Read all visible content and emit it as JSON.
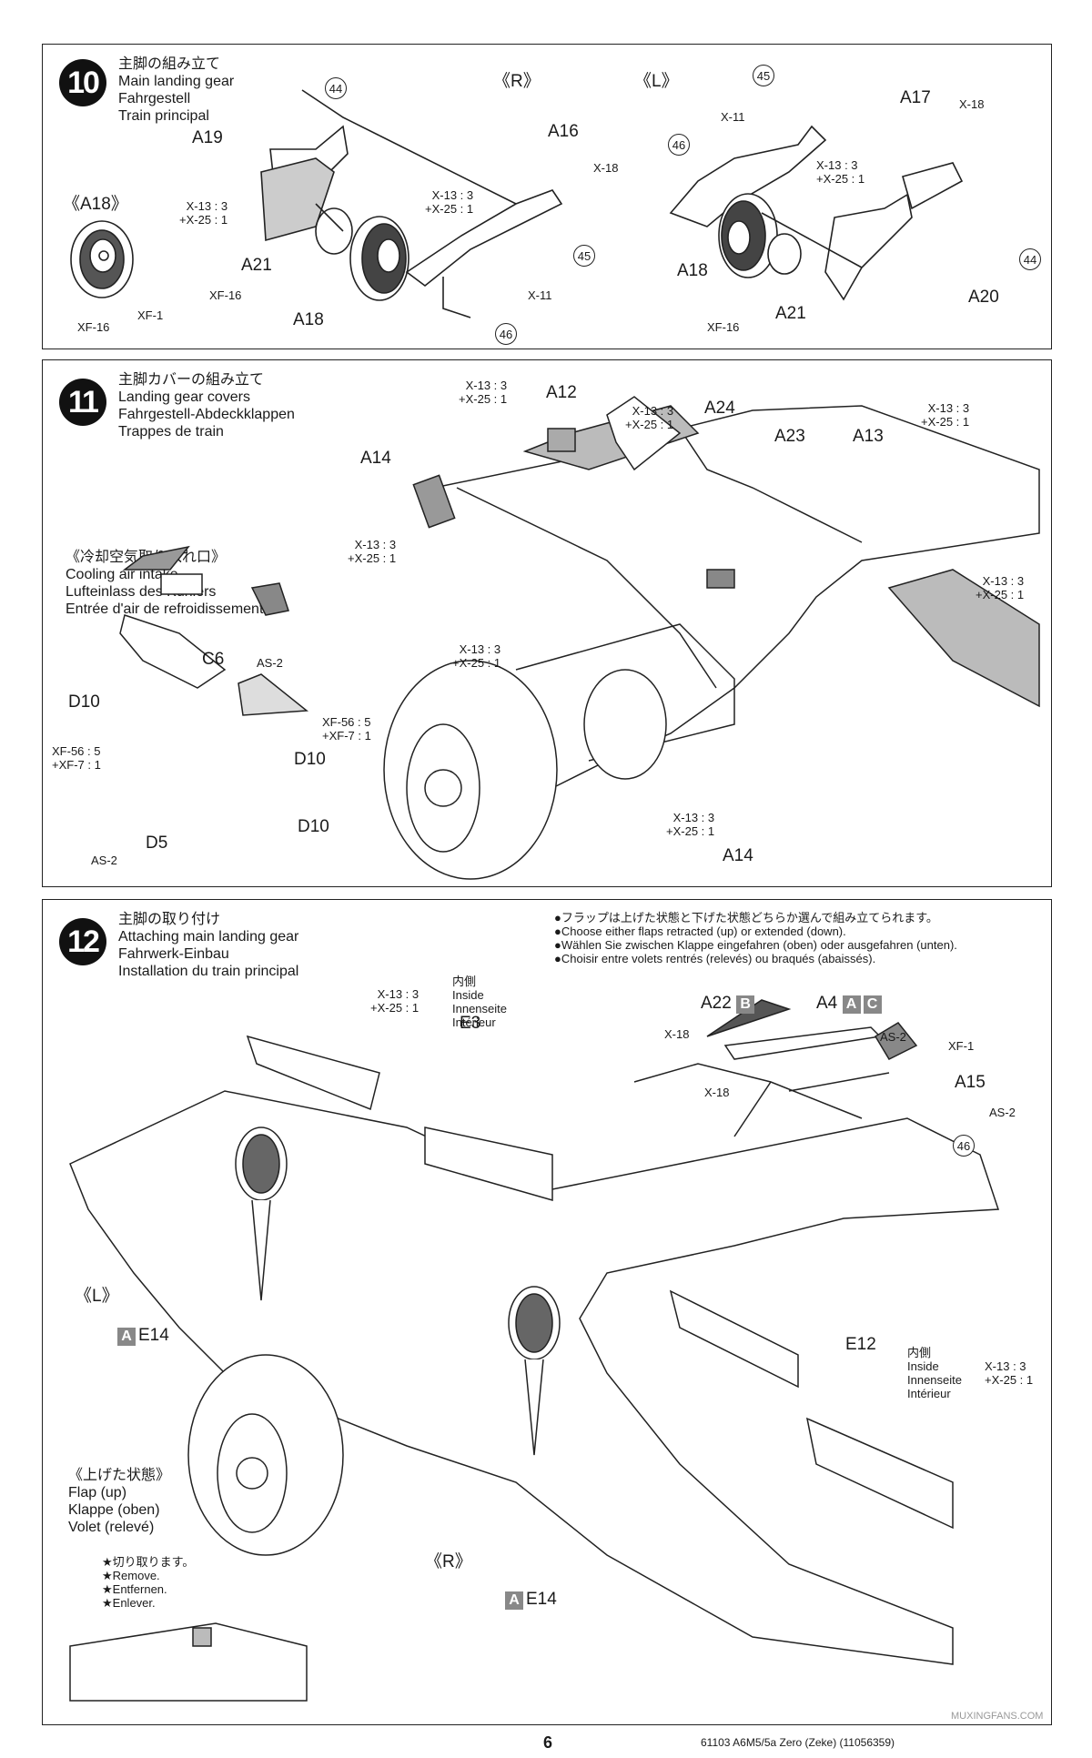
{
  "step10": {
    "number": "10",
    "title": [
      "主脚の組み立て",
      "Main landing gear",
      "Fahrgestell",
      "Train principal"
    ],
    "side_r": "《R》",
    "side_l": "《L》",
    "a18_label": "《A18》",
    "parts": {
      "A19": "A19",
      "A21": "A21",
      "A18": "A18",
      "A16": "A16",
      "A17": "A17",
      "A20": "A20",
      "A18b": "A18",
      "A21b": "A21"
    },
    "paints": {
      "x13x25": "X-13 : 3\n+X-25 : 1",
      "x18": "X-18",
      "x11": "X-11",
      "xf16": "XF-16",
      "xf1": "XF-1"
    },
    "callouts": [
      "44",
      "45",
      "46"
    ]
  },
  "step11": {
    "number": "11",
    "title": [
      "主脚カバーの組み立て",
      "Landing gear covers",
      "Fahrgestell-Abdeckklappen",
      "Trappes de train"
    ],
    "intake_title": [
      "《冷却空気取り入れ口》",
      "Cooling air intake",
      "Lufteinlass des Kühlers",
      "Entrée d'air de refroidissement"
    ],
    "parts": {
      "A12": "A12",
      "A24": "A24",
      "A23": "A23",
      "A13": "A13",
      "A14": "A14",
      "C6": "C6",
      "D10": "D10",
      "D5": "D5"
    },
    "paints": {
      "x13x25_1": "X-13 : 3",
      "x13x25_2": "+X-25 : 1",
      "as2": "AS-2",
      "xf56": "XF-56 : 5",
      "xf7": "+XF-7 : 1"
    }
  },
  "step12": {
    "number": "12",
    "title": [
      "主脚の取り付け",
      "Attaching main landing gear",
      "Fahrwerk-Einbau",
      "Installation du train principal"
    ],
    "notes": [
      "●フラップは上げた状態と下げた状態どちらか選んで組み立てられます。",
      "●Choose either flaps retracted (up) or extended (down).",
      "●Wählen Sie zwischen Klappe eingefahren (oben) oder ausgefahren (unten).",
      "●Choisir entre volets rentrés (relevés) ou braqués (abaissés)."
    ],
    "inside": [
      "内側",
      "Inside",
      "Innenseite",
      "Intérieur"
    ],
    "flap_up": [
      "《上げた状態》",
      "Flap (up)",
      "Klappe (oben)",
      "Volet (relevé)"
    ],
    "remove": [
      "★切り取ります。",
      "★Remove.",
      "★Entfernen.",
      "★Enlever."
    ],
    "parts": {
      "E3": "E3",
      "E12": "E12",
      "A22": "A22",
      "A4": "A4",
      "A15": "A15",
      "E14": "E14"
    },
    "tags": {
      "A": "A",
      "B": "B",
      "C": "C"
    },
    "side_l": "《L》",
    "side_r": "《R》",
    "paints": {
      "x13": "X-13 : 3",
      "x25": "+X-25 : 1",
      "x18": "X-18",
      "as2": "AS-2",
      "xf1": "XF-1"
    },
    "callout": "46"
  },
  "footer": {
    "page": "6",
    "code": "61103  A6M5/5a Zero (Zeke) (11056359)",
    "watermark": "MUXINGFANS.COM"
  }
}
